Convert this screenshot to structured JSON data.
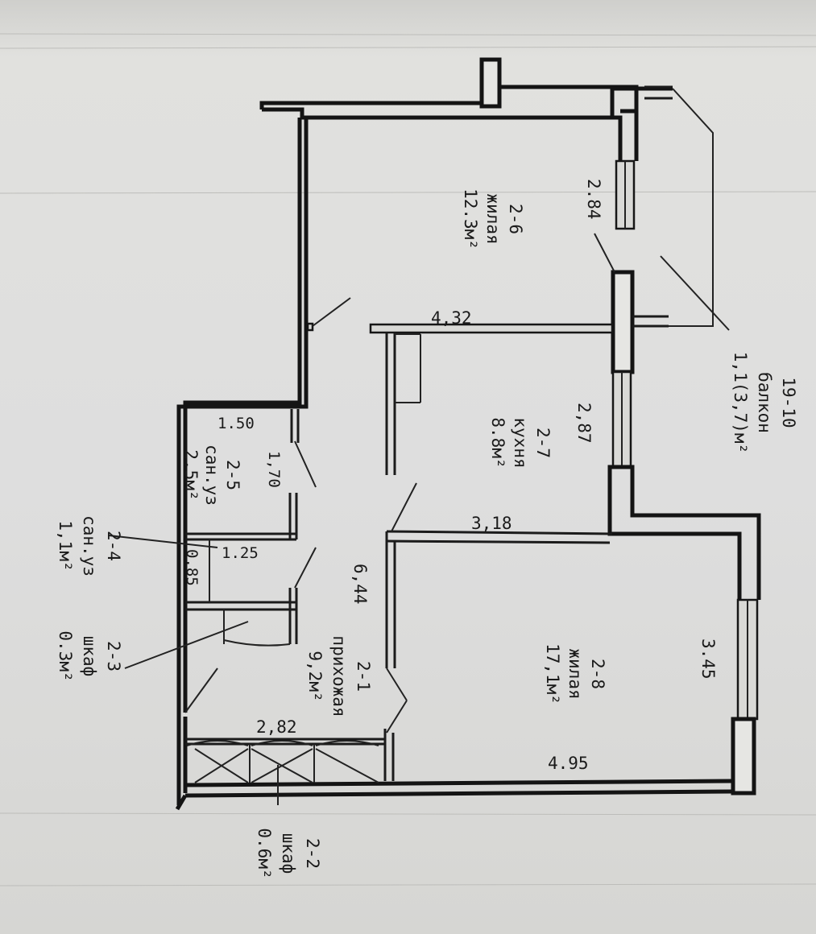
{
  "rooms": {
    "r2_6": {
      "id": "2-6",
      "name": "жилая",
      "area": "12.3м²"
    },
    "r2_7": {
      "id": "2-7",
      "name": "кухня",
      "area": "8.8м²"
    },
    "r2_8": {
      "id": "2-8",
      "name": "жилая",
      "area": "17,1м²"
    },
    "r2_5": {
      "id": "2-5",
      "name": "сан.уз",
      "area": "2.5м²"
    },
    "r2_4": {
      "id": "2-4",
      "name": "сан.уз",
      "area": "1,1м²"
    },
    "r2_3": {
      "id": "2-3",
      "name": "шкаф",
      "area": "0.3м²"
    },
    "r2_2": {
      "id": "2-2",
      "name": "шкаф",
      "area": "0.6м²"
    },
    "r2_1": {
      "id": "2-1",
      "name": "прихожая",
      "area": "9,2м²"
    },
    "r19_10": {
      "id": "19-10",
      "name": "балкон",
      "area": "1,1(3,7)м²"
    }
  },
  "dimensions": {
    "d_2_84": "2.84",
    "d_4_32": "4,32",
    "d_2_87": "2,87",
    "d_3_18": "3,18",
    "d_3_45": "3.45",
    "d_4_95": "4.95",
    "d_6_44": "6,44",
    "d_2_82": "2,82",
    "d_1_50": "1.50",
    "d_1_70": "1,70",
    "d_1_25": "1.25",
    "d_0_85": "0.85"
  }
}
